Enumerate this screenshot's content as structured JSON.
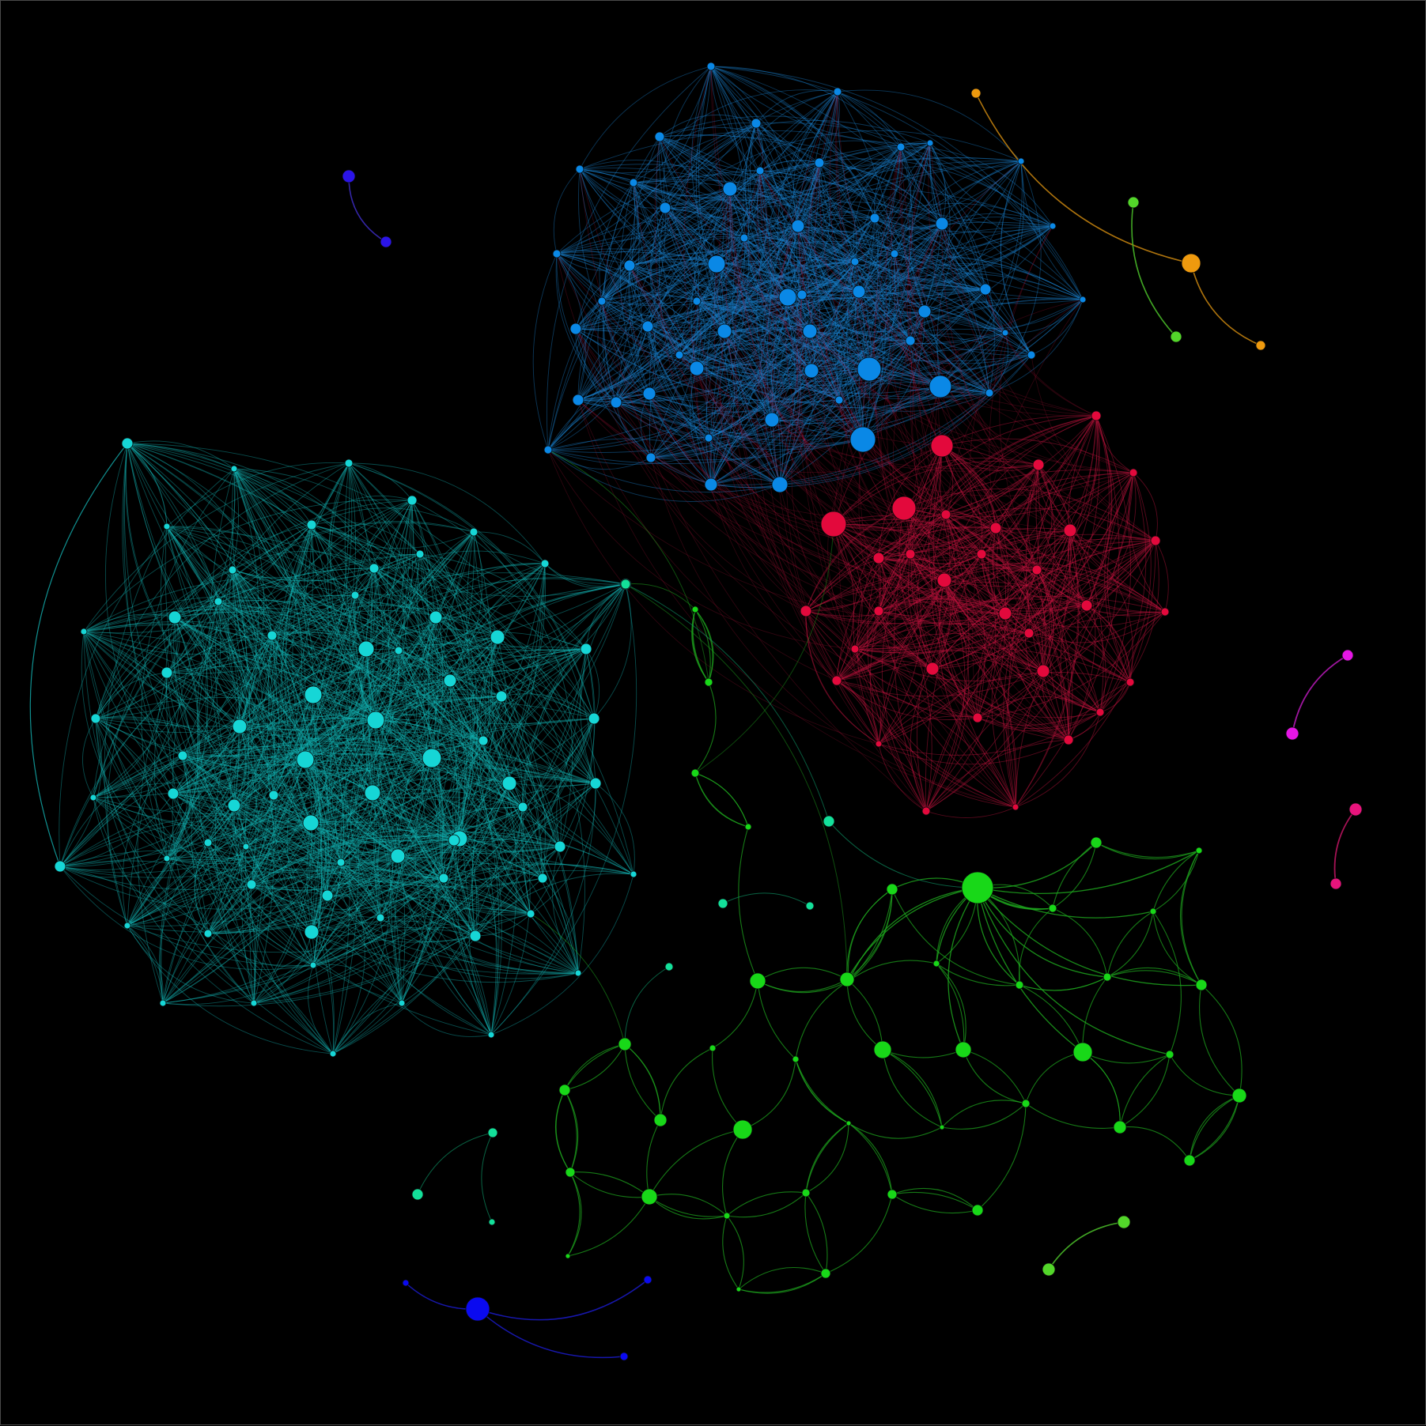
{
  "diagram": {
    "type": "network-graph",
    "background": "#000000",
    "frame_border": "#4a4a4a",
    "communities": [
      {
        "id": "cyan",
        "color": "#16d6d6",
        "edge_color": "#14b4b4"
      },
      {
        "id": "blue",
        "color": "#0a88e6",
        "edge_color": "#1a82d2"
      },
      {
        "id": "red",
        "color": "#e3093c",
        "edge_color": "#c81440"
      },
      {
        "id": "green",
        "color": "#18d818",
        "edge_color": "#1fae1f"
      },
      {
        "id": "orange",
        "color": "#ef9a0e",
        "edge_color": "#c0800e"
      },
      {
        "id": "lime",
        "color": "#53d62a",
        "edge_color": "#48b828"
      },
      {
        "id": "violet",
        "color": "#2b14e8",
        "edge_color": "#3a2ab8"
      },
      {
        "id": "magenta",
        "color": "#e516e5",
        "edge_color": "#b018b0"
      },
      {
        "id": "pink",
        "color": "#e8147c",
        "edge_color": "#b8145e"
      },
      {
        "id": "indigo",
        "color": "#0a0af0",
        "edge_color": "#1a1ac0"
      },
      {
        "id": "mint",
        "color": "#13e09a",
        "edge_color": "#10b27a"
      }
    ]
  }
}
